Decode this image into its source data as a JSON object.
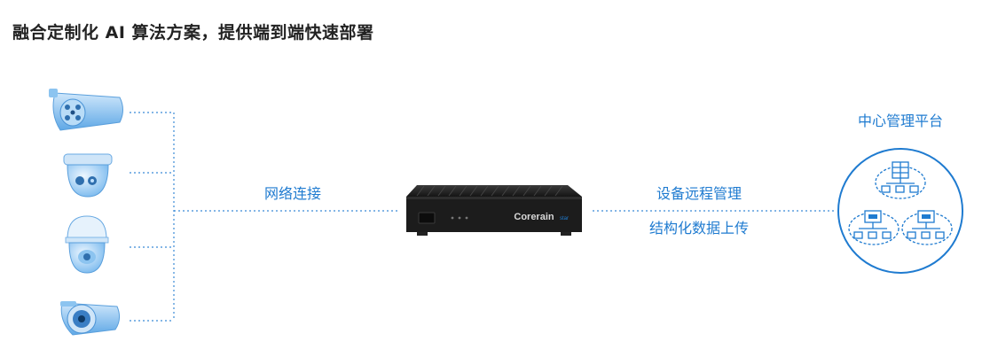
{
  "title": "融合定制化 AI 算法方案，提供端到端快速部署",
  "labels": {
    "network": "网络连接",
    "remote": "设备远程管理",
    "upload": "结构化数据上传",
    "center": "中心管理平台"
  },
  "device": {
    "brand": "Corerain",
    "brand_suffix": "star"
  },
  "cameras": [
    {
      "name": "bullet-camera"
    },
    {
      "name": "dome-camera"
    },
    {
      "name": "ptz-speed-dome-camera"
    },
    {
      "name": "ir-bullet-camera"
    }
  ],
  "colors": {
    "accent": "#1f7bd0",
    "camera_blue": "#6db3ec",
    "device": "#1a1a1a"
  }
}
